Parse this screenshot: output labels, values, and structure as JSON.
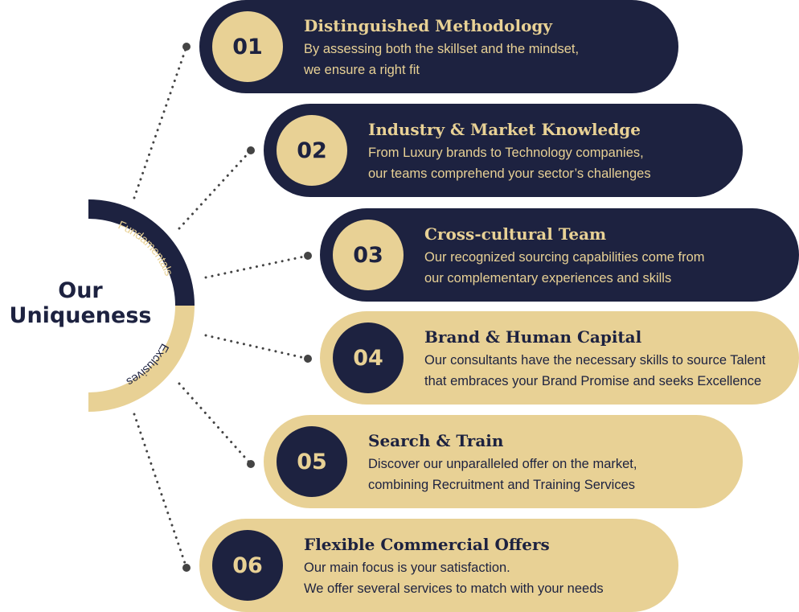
{
  "title": {
    "line1": "Our",
    "line2": "Uniqueness"
  },
  "arc_labels": {
    "top": "Fundamentals",
    "bottom": "Exclusives"
  },
  "colors": {
    "navy": "#1d2240",
    "gold": "#e8d195"
  },
  "items": [
    {
      "number": "01",
      "heading": "Distinguished Methodology",
      "line1": "By assessing both the skillset and the mindset,",
      "line2": "we ensure a right fit",
      "theme": "dark"
    },
    {
      "number": "02",
      "heading": "Industry & Market Knowledge",
      "line1": "From Luxury brands to Technology companies,",
      "line2": "our teams comprehend your sector’s challenges",
      "theme": "dark"
    },
    {
      "number": "03",
      "heading": "Cross-cultural Team",
      "line1": "Our recognized sourcing capabilities come from",
      "line2": "our complementary experiences and skills",
      "theme": "dark"
    },
    {
      "number": "04",
      "heading": "Brand & Human Capital",
      "line1": "Our consultants have the necessary skills to source Talent",
      "line2": "that embraces your Brand Promise and seeks Excellence",
      "theme": "light"
    },
    {
      "number": "05",
      "heading": "Search & Train",
      "line1": "Discover our unparalleled offer on the market,",
      "line2": "combining Recruitment and Training Services",
      "theme": "light"
    },
    {
      "number": "06",
      "heading": "Flexible Commercial Offers",
      "line1": "Our main focus is your satisfaction.",
      "line2": "We offer several services to match with your needs",
      "theme": "light"
    }
  ]
}
